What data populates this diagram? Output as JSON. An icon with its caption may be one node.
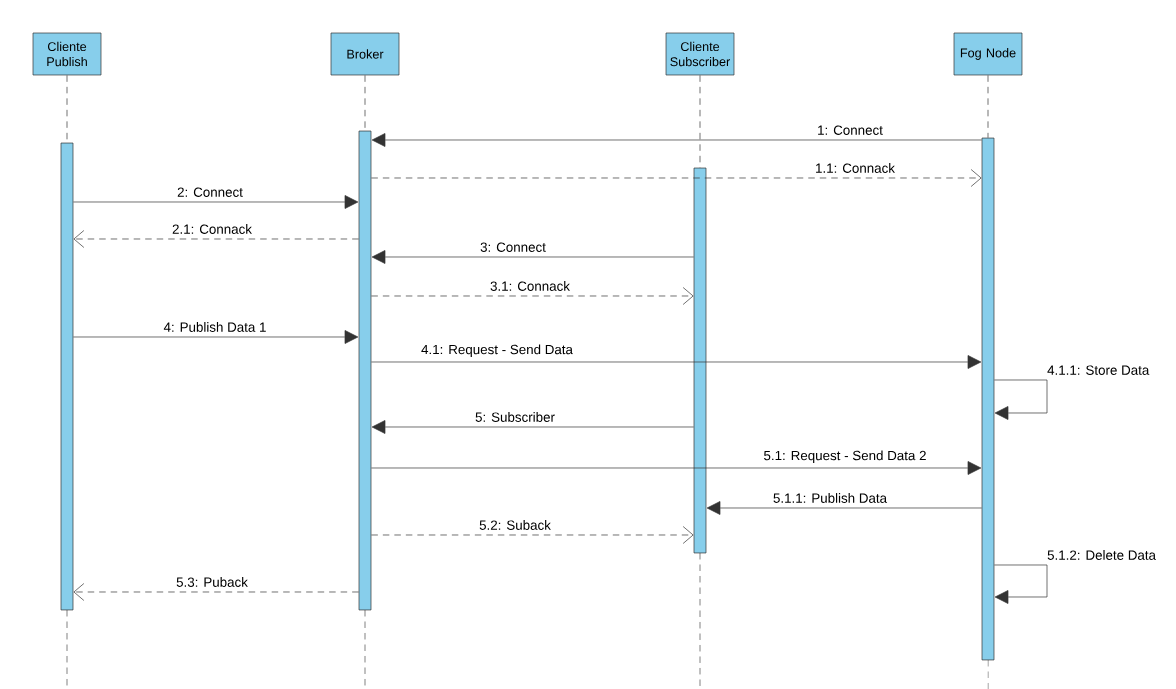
{
  "diagram": {
    "nodes": [
      {
        "text": [
          "Cliente Publish"
        ]
      },
      {
        "text": [
          "Broker"
        ]
      },
      {
        "text": [
          "Cliente Subscriber"
        ]
      },
      {
        "text": [
          "Fog Node"
        ]
      },
      {
        "text": [],
        "shape": "bar"
      },
      {
        "text": [],
        "shape": "bar"
      },
      {
        "text": [],
        "shape": "bar"
      },
      {
        "text": [],
        "shape": "bar"
      }
    ],
    "edges": [
      {
        "from": 0,
        "to": 4,
        "arrow": "none",
        "style": "dashed"
      },
      {
        "from": 1,
        "to": 5,
        "arrow": "none",
        "style": "dashed"
      },
      {
        "from": 2,
        "to": 6,
        "arrow": "none",
        "style": "dashed"
      },
      {
        "from": 3,
        "to": 7,
        "arrow": "none",
        "style": "dashed"
      },
      {
        "from": 7,
        "to": 5,
        "arrow": "to",
        "label": "1: Connect"
      },
      {
        "from": 5,
        "to": 7,
        "arrow": "to",
        "label": "1.1: Connack",
        "style": "dashed"
      },
      {
        "from": 4,
        "to": 5,
        "arrow": "to",
        "label": "2: Connect"
      },
      {
        "from": 5,
        "to": 4,
        "arrow": "to",
        "label": "2.1: Connack",
        "style": "dashed"
      },
      {
        "from": 6,
        "to": 5,
        "arrow": "to",
        "label": "3: Connect"
      },
      {
        "from": 5,
        "to": 6,
        "arrow": "to",
        "label": "3.1: Connack",
        "style": "dashed"
      },
      {
        "from": 4,
        "to": 5,
        "arrow": "to",
        "label": "4: Publish Data 1"
      },
      {
        "from": 5,
        "to": 7,
        "arrow": "to",
        "label": "4.1: Request - Send Data"
      },
      {
        "from": 7,
        "to": 7,
        "arrow": "to",
        "label": "4.1.1: Store Data"
      },
      {
        "from": 6,
        "to": 5,
        "arrow": "to",
        "label": "5: Subscriber"
      },
      {
        "from": 5,
        "to": 7,
        "arrow": "to",
        "label": "5.1: Request - Send Data 2"
      },
      {
        "from": 7,
        "to": 6,
        "arrow": "to",
        "label": "5.1.1: Publish Data"
      },
      {
        "from": 5,
        "to": 6,
        "arrow": "to",
        "label": "5.2: Suback",
        "style": "dashed"
      },
      {
        "from": 7,
        "to": 7,
        "arrow": "to",
        "label": "5.1.2: Delete Data"
      },
      {
        "from": 5,
        "to": 4,
        "arrow": "to",
        "label": "5.3: Puback",
        "style": "dashed"
      }
    ]
  }
}
